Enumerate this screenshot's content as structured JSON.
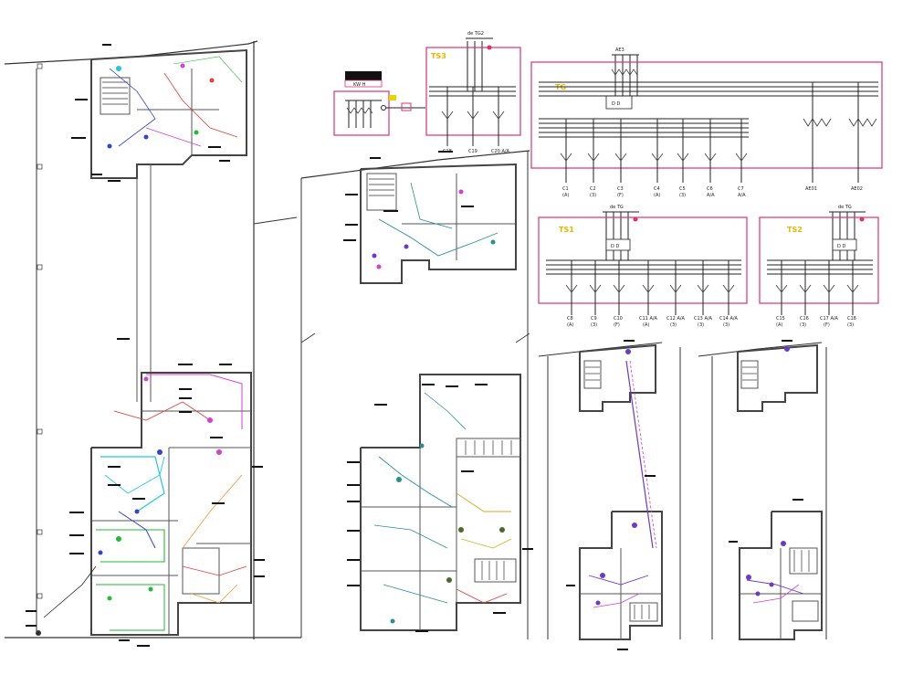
{
  "panels": {
    "ts3": {
      "name": "TS3",
      "feed_label": "de TG2",
      "circuits": [
        "C18",
        "C19",
        "C20 A/A"
      ]
    },
    "tg": {
      "name": "TG",
      "main_label": "AE3",
      "circuits": [
        "C1",
        "C2",
        "C3",
        "C4",
        "C5",
        "C6",
        "C7"
      ],
      "circuit_notes": [
        "(A)",
        "(3)",
        "(F)",
        "(A)",
        "(3)",
        "A/A",
        "A/A"
      ],
      "extra_circuits": [
        "AE01",
        "AE02"
      ]
    },
    "ts1": {
      "name": "TS1",
      "feed_label": "de TG",
      "circuits": [
        "C8",
        "C9",
        "C10",
        "C11 A/A",
        "C12 A/A",
        "C13 A/A",
        "C14 A/A"
      ],
      "circuit_notes": [
        "(A)",
        "(3)",
        "(F)",
        "(A)",
        "(3)",
        "(3)",
        "(3)"
      ]
    },
    "ts2": {
      "name": "TS2",
      "feed_label": "de TG",
      "circuits": [
        "C15",
        "C16",
        "C17 A/A",
        "C18"
      ],
      "circuit_notes": [
        "(A)",
        "(3)",
        "(F)",
        "(3)"
      ]
    }
  },
  "meter": {
    "header": "KW H"
  },
  "colors": {
    "panel_border": "#e0306a",
    "panel_title": "#e8b400",
    "wiring_blue": "#3344cc",
    "wiring_pink": "#d43fd4",
    "wiring_green": "#22bb33",
    "wiring_cyan": "#22c8d8",
    "wiring_red": "#e04040",
    "wiring_orange": "#e8a040",
    "wiring_teal": "#2b8f8f"
  },
  "plans": [
    {
      "id": "plan-left"
    },
    {
      "id": "plan-middle"
    },
    {
      "id": "plan-right-a"
    },
    {
      "id": "plan-right-b"
    }
  ]
}
